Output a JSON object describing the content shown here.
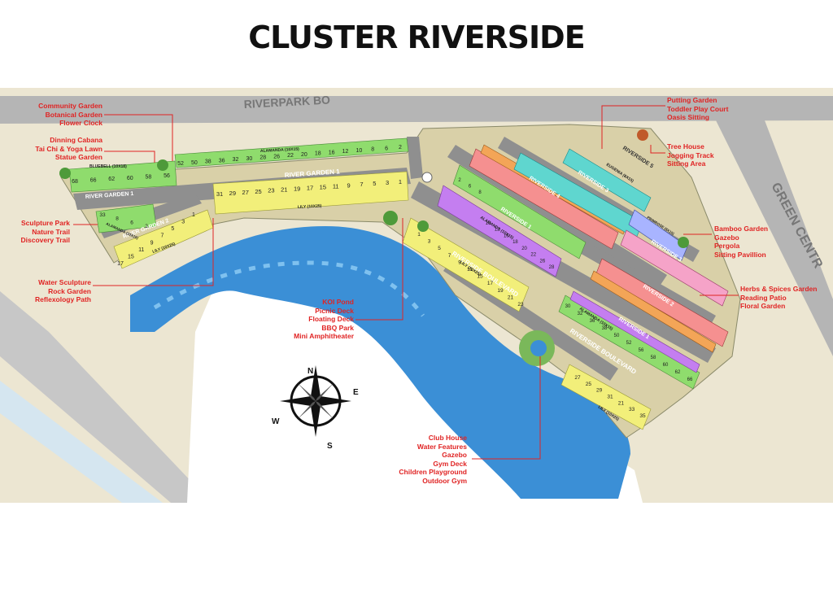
{
  "title": "CLUSTER RIVERSIDE",
  "roads": {
    "top_road_partial": "RIVERPARK BO",
    "east_road_partial": "GREEN CENTR",
    "river_garden_1": "RIVER GARDEN 1",
    "river_garden_2": "RIVER GARDEN 2",
    "riverside_boulevard": "RIVERSIDE BOULEVARD",
    "riverside_1": "RIVERSIDE 1",
    "riverside_2": "RIVERSIDE 2",
    "riverside_3": "RIVERSIDE 3",
    "riverside_4": "RIVERSIDE 4",
    "riverside_5": "RIVERSIDE 5"
  },
  "unit_types": {
    "bluebell": "BLUEBELL (10X18)",
    "alamanda": "ALAMANDA (10X15)",
    "lily": "LILY (10X25)",
    "eugenia": "EUGENIA (8X15)",
    "primrose": "PRIMROSE (8X15)"
  },
  "lots": {
    "bluebell_top": [
      "68",
      "66",
      "62",
      "60",
      "58",
      "56"
    ],
    "alamanda_top": [
      "52",
      "50",
      "38",
      "36",
      "32",
      "30",
      "28",
      "26",
      "22",
      "20",
      "18",
      "16",
      "12",
      "10",
      "8",
      "6",
      "2"
    ],
    "lily_center": [
      "31",
      "29",
      "27",
      "25",
      "23",
      "21",
      "19",
      "17",
      "15",
      "11",
      "9",
      "7",
      "5",
      "3",
      "1"
    ],
    "alamanda_rg1": [
      "33",
      "8",
      "6",
      "2"
    ],
    "rg2_row": [
      "17",
      "15",
      "11",
      "9",
      "7",
      "5",
      "3",
      "1"
    ],
    "boulevard_row": [
      "1",
      "3",
      "5",
      "7",
      "9",
      "11",
      "15",
      "17",
      "19",
      "21",
      "23"
    ],
    "alamanda_riverside1": [
      "10",
      "12",
      "16",
      "18",
      "20",
      "22",
      "26",
      "28"
    ],
    "riverside1_green": [
      "2",
      "6",
      "8"
    ],
    "southeast_row": [
      "30",
      "32",
      "36",
      "38",
      "50",
      "52",
      "56",
      "58",
      "60",
      "62",
      "66"
    ],
    "lily_south": [
      "27",
      "25",
      "29",
      "31",
      "21",
      "33",
      "35"
    ]
  },
  "amenities": {
    "community": [
      "Community Garden",
      "Botanical Garden",
      "Flower Clock"
    ],
    "cabana": [
      "Dinning Cabana",
      "Tai Chi & Yoga Lawn",
      "Statue Garden"
    ],
    "sculpture_park": [
      "Sculpture Park",
      "Nature Trail",
      "Discovery Trail"
    ],
    "water_sculpture": [
      "Water Sculpture",
      "Rock Garden",
      "Reflexology Path"
    ],
    "koi": [
      "KOI Pond",
      "Picnic Deck",
      "Floating Deck",
      "BBQ Park",
      "Mini Amphitheater"
    ],
    "club_house": [
      "Club House",
      "Water Features",
      "Gazebo",
      "Gym Deck",
      "Children Playground",
      "Outdoor Gym"
    ],
    "putting": [
      "Putting Garden",
      "Toddler Play Court",
      "Oasis Sitting"
    ],
    "tree_house": [
      "Tree House",
      "Jogging Track",
      "Sitting Area"
    ],
    "bamboo": [
      "Bamboo Garden",
      "Gazebo",
      "Pergola",
      "Sitting Pavillion"
    ],
    "herbs": [
      "Herbs & Spices Garden",
      "Reading Patio",
      "Floral Garden"
    ]
  },
  "compass": {
    "n": "N",
    "s": "S",
    "e": "E",
    "w": "W"
  },
  "colors": {
    "river": "#3b8fd6",
    "road": "#8f8f8f",
    "lily": "#f2ef7a",
    "alamanda": "#8fdc6d",
    "bluebell": "#8fdc6d",
    "eugenia": "#5fd6cf",
    "riverside_pink": "#f59090",
    "riverside_orange": "#f3a557",
    "riverside_purple": "#c47ef0",
    "riverside_rose": "#f5a3c8",
    "label_red": "#e02424"
  }
}
